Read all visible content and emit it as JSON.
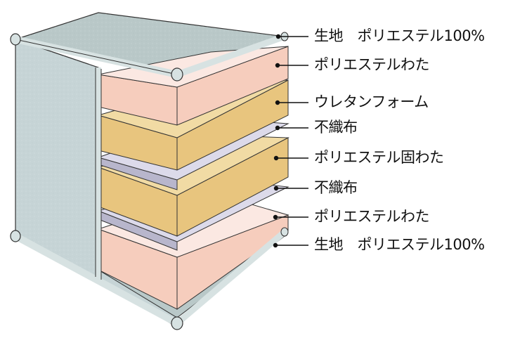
{
  "diagram": {
    "labels": [
      "生地　ポリエステル100%",
      "ポリエステルわた",
      "ウレタンフォーム",
      "不織布",
      "ポリエステル固わた",
      "不織布",
      "ポリエステルわた",
      "生地　ポリエステル100%"
    ]
  },
  "colors": {
    "fabric_top": "#b9c8c8",
    "fabric_side": "#c6d4d6",
    "fabric_edge_tube": "#d7e2e2",
    "polyester_wadding": "#f6cdbd",
    "polyester_wadding_top": "#fbe8e2",
    "urethane_foam": "#e8c57e",
    "urethane_foam_top": "#f1dba4",
    "nonwoven": "#b8b6cc",
    "nonwoven_top": "#dcdaea",
    "outline": "#333333",
    "leader_line": "#111111"
  }
}
